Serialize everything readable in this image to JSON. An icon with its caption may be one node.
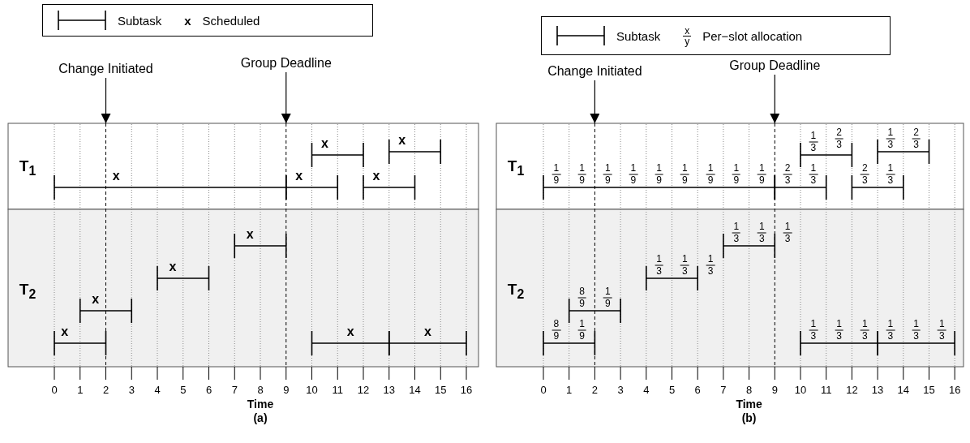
{
  "diagram": {
    "nodes": [
      {
        "text": [
          "Change Initiated"
        ]
      },
      {
        "text": [],
        "shape": "line"
      },
      {
        "text": [
          "Group Deadline"
        ]
      },
      {
        "text": [],
        "shape": "line"
      },
      {
        "text": [
          "Change Initiated"
        ]
      },
      {
        "text": [],
        "shape": "line"
      },
      {
        "text": [
          "Group Deadline"
        ]
      },
      {
        "text": [],
        "shape": "line"
      }
    ],
    "edges": [
      {
        "from": 0,
        "to": 1,
        "arrow": "to"
      },
      {
        "from": 2,
        "to": 3,
        "arrow": "to"
      },
      {
        "from": 4,
        "to": 5,
        "arrow": "to"
      },
      {
        "from": 6,
        "to": 7,
        "arrow": "to"
      }
    ],
    "labels": [
      "x",
      "T$_{1}$",
      "x",
      "x",
      "x",
      "x",
      "x",
      "T$_{2}$",
      "x",
      "x",
      "x",
      "x",
      "x",
      "x",
      "0",
      "1",
      "2",
      "3",
      "4",
      "5",
      "6",
      "7",
      "8",
      "9",
      "10",
      "11",
      "12",
      "13",
      "14",
      "15",
      "16",
      "Time",
      "(a)",
      "x",
      "y",
      "T$_{1}$",
      "1",
      "9",
      "1",
      "9",
      "1",
      "9",
      "1",
      "9",
      "1",
      "9",
      "1",
      "9",
      "1",
      "9",
      "1",
      "9",
      "1",
      "9",
      "2",
      "3",
      "1",
      "3",
      "1",
      "3",
      "2",
      "3",
      "2",
      "3",
      "1",
      "3",
      "1",
      "3",
      "2",
      "3",
      "T$_{2}$",
      "8",
      "9",
      "1",
      "9",
      "8",
      "9",
      "1",
      "9",
      "1",
      "3",
      "1",
      "3",
      "1",
      "3",
      "1",
      "3",
      "1",
      "3",
      "1",
      "3",
      "1",
      "3",
      "1",
      "3",
      "1",
      "3",
      "1",
      "3",
      "1",
      "3",
      "1",
      "3",
      "0",
      "1",
      "2",
      "3",
      "4",
      "5",
      "6",
      "7",
      "8",
      "9",
      "10",
      "11",
      "12",
      "13",
      "14",
      "15",
      "16",
      "Time",
      "(b)"
    ],
    "legend": [
      {
        "text": "Subtask"
      },
      {
        "text": "Scheduled"
      },
      {
        "text": "Subtask"
      },
      {
        "text": "Per−slot allocation"
      }
    ]
  }
}
